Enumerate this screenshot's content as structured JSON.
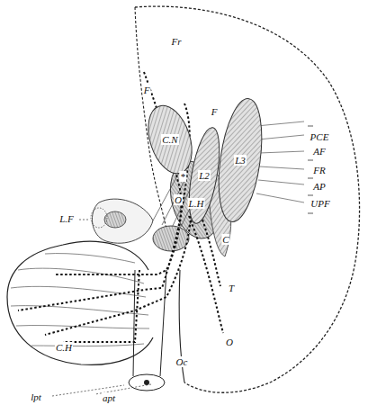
{
  "diagram": {
    "nodes": [
      {
        "text": [
          "C.N"
        ]
      },
      {
        "text": [
          "L2"
        ]
      },
      {
        "text": [
          "L3"
        ]
      }
    ],
    "labels": [
      "Fr",
      "F",
      "F",
      "PCE",
      "AF",
      "FR",
      "AP",
      "UPF",
      "*",
      "O",
      "L.H",
      "C",
      "L.F",
      "T",
      "O",
      "C.H",
      "Oc",
      "lpt",
      "apt"
    ]
  }
}
